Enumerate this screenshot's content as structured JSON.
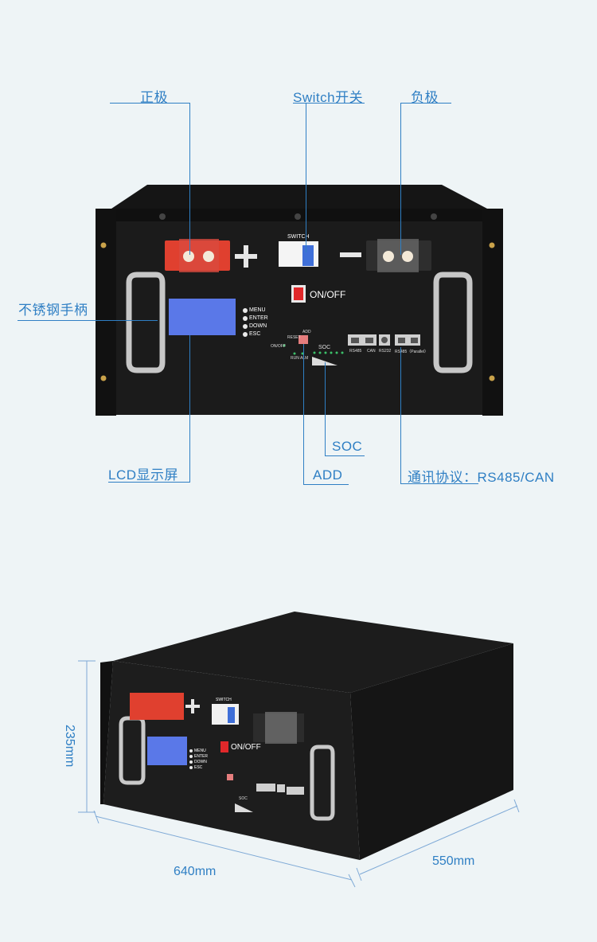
{
  "callouts": {
    "positive": "正极",
    "switch": "Switch开关",
    "negative": "负极",
    "handle": "不锈钢手柄",
    "lcd": "LCD显示屏",
    "soc": "SOC",
    "add": "ADD",
    "comm": "通讯协议：RS485/CAN"
  },
  "panel": {
    "switch_label": "SWITCH",
    "onoff_label": "ON/OFF",
    "buttons": [
      "MENU",
      "ENTER",
      "DOWN",
      "ESC"
    ],
    "reset_label": "RESET",
    "add_label": "ADD",
    "onoff_small": "ON/OFF",
    "run_label": "RUN",
    "alm_label": "ALM",
    "soc_label": "SOC",
    "ports": [
      "RS485",
      "CAN",
      "RS232",
      "RS485（Parallel）"
    ]
  },
  "dimensions": {
    "height": "235mm",
    "width": "640mm",
    "depth": "550mm"
  },
  "colors": {
    "callout_blue": "#2f7fc4",
    "terminal_red": "#e0402f",
    "lcd_blue": "#5a78e8"
  }
}
